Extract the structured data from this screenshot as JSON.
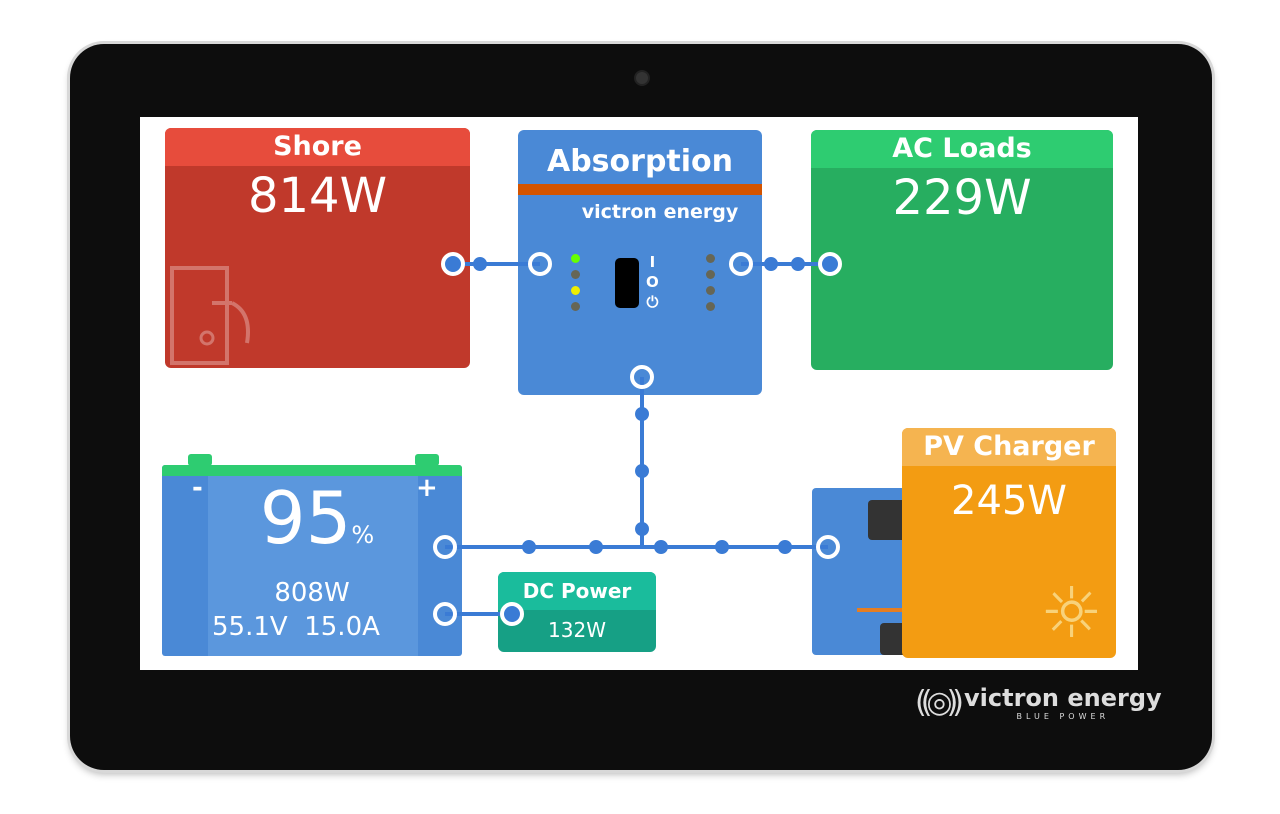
{
  "shore": {
    "title": "Shore",
    "power": "814W"
  },
  "inverter": {
    "state": "Absorption",
    "brand": "victron energy"
  },
  "ac_loads": {
    "title": "AC Loads",
    "power": "229W"
  },
  "battery": {
    "soc": "95",
    "soc_unit": "%",
    "power": "808W",
    "voltage": "55.1V",
    "current": "15.0A",
    "minus": "-",
    "plus": "+"
  },
  "dc_power": {
    "title": "DC Power",
    "power": "132W"
  },
  "pv": {
    "title": "PV Charger",
    "power": "245W"
  },
  "device_logo": {
    "brand": "victron energy",
    "tagline": "BLUE POWER"
  },
  "colors": {
    "shore": "#c0392b",
    "ac": "#27ae60",
    "blue": "#4a89d6",
    "pv": "#f39c12",
    "dc": "#16a085"
  }
}
